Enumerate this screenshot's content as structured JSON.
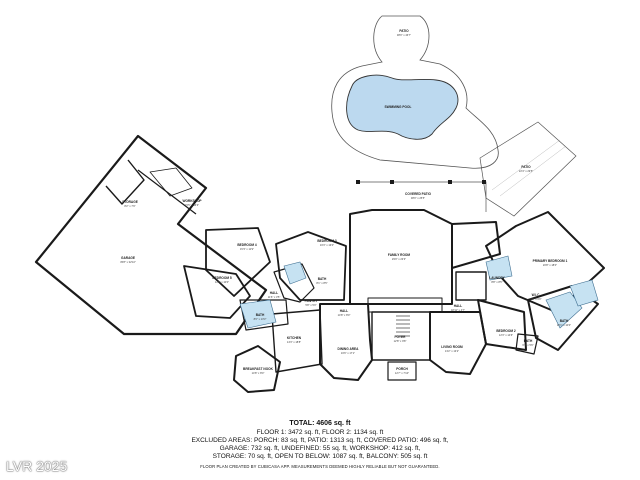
{
  "rooms": {
    "patio_top": {
      "label": "PATIO",
      "dims": "38'0\" x 46'7\""
    },
    "pool": {
      "label": "SWIMMING POOL"
    },
    "patio_right": {
      "label": "PATIO",
      "dims": "22'4\" x 29'5\""
    },
    "covered_patio": {
      "label": "COVERED PATIO",
      "dims": "38'0\" x 25'5\""
    },
    "storage": {
      "label": "STORAGE",
      "dims": "8'2\" x 7'9\""
    },
    "workshop": {
      "label": "WORKSHOP",
      "dims": "15'5\" x 16'3\""
    },
    "garage": {
      "label": "GARAGE",
      "dims": "35'8\" x 32'10\""
    },
    "bedroom4": {
      "label": "BEDROOM 4",
      "dims": "15'3\" x 11'9\""
    },
    "bedroom3": {
      "label": "BEDROOM 3",
      "dims": "16'3\" x 13'0\""
    },
    "bedroom5": {
      "label": "BEDROOM 5",
      "dims": "12'8\" x 10'0\""
    },
    "family_room": {
      "label": "FAMILY ROOM",
      "dims": "29'0\" x 23'3\""
    },
    "primary_bedroom": {
      "label": "PRIMARY BEDROOM 1",
      "dims": "20'8\" x 18'0\""
    },
    "laundry": {
      "label": "LAUNDRY",
      "dims": "8'8\" x 8'5\""
    },
    "bedroom2": {
      "label": "BEDROOM 2",
      "dims": "12'3\" x 14'6\""
    },
    "bath_b3": {
      "label": "BATH",
      "dims": "8'1\" x 8'5\""
    },
    "pantry": {
      "label": "PANTRY",
      "dims": "5'8\" x 5'0\""
    },
    "bath_b5": {
      "label": "BATH",
      "dims": "8'0\" x 13'3\""
    },
    "hall_left": {
      "label": "HALL",
      "dims": "14'8\" x 8'0\""
    },
    "kitchen": {
      "label": "KITCHEN",
      "dims": "14'3\" x 18'8\""
    },
    "dining_area": {
      "label": "DINING AREA",
      "dims": "16'6\" x 17'1\""
    },
    "foyer": {
      "label": "FOYER",
      "dims": "12'8\" x 9'8\""
    },
    "living_room": {
      "label": "LIVING ROOM",
      "dims": "13'2\" x 13'2\""
    },
    "hall_right": {
      "label": "HALL",
      "dims": "18'11\" x 4'7\""
    },
    "breakfast_nook": {
      "label": "BREAKFAST NOOK",
      "dims": "14'8\" x 8'0\""
    },
    "porch": {
      "label": "PORCH",
      "dims": "12'7\" x 7'10\""
    },
    "bath_primary": {
      "label": "BATH",
      "dims": "16'1\" x 10'0\""
    },
    "wic": {
      "label": "W.I.C.",
      "dims": "9'0\" x 6'0\""
    },
    "bath_b2": {
      "label": "BATH",
      "dims": "6'3\" x 5'6\""
    },
    "hall_b4": {
      "label": "HALL",
      "dims": "11'6\" x 3'5\""
    }
  },
  "summary": {
    "total": "TOTAL: 4606 sq. ft",
    "floors": "FLOOR 1: 3472 sq. ft, FLOOR 2: 1134 sq. ft",
    "excluded": "EXCLUDED AREAS: PORCH: 83 sq. ft, PATIO: 1313 sq. ft, COVERED PATIO: 496 sq. ft,",
    "garage_line": "GARAGE: 732 sq. ft, UNDEFINED: 55 sq. ft, WORKSHOP: 412 sq. ft,",
    "storage_line": "STORAGE: 70 sq. ft, OPEN TO BELOW: 1087 sq. ft, BALCONY: 505 sq. ft"
  },
  "footer": "FLOOR PLAN CREATED BY CUBICASA APP. MEASUREMENTS DEEMED HIGHLY RELIABLE BUT NOT GUARANTEED.",
  "watermark": "LVR 2025",
  "colors": {
    "wall": "#1a1a1a",
    "pool_water": "#bcd9ef",
    "bath_fill": "#c6e2f2",
    "background": "#ffffff"
  }
}
